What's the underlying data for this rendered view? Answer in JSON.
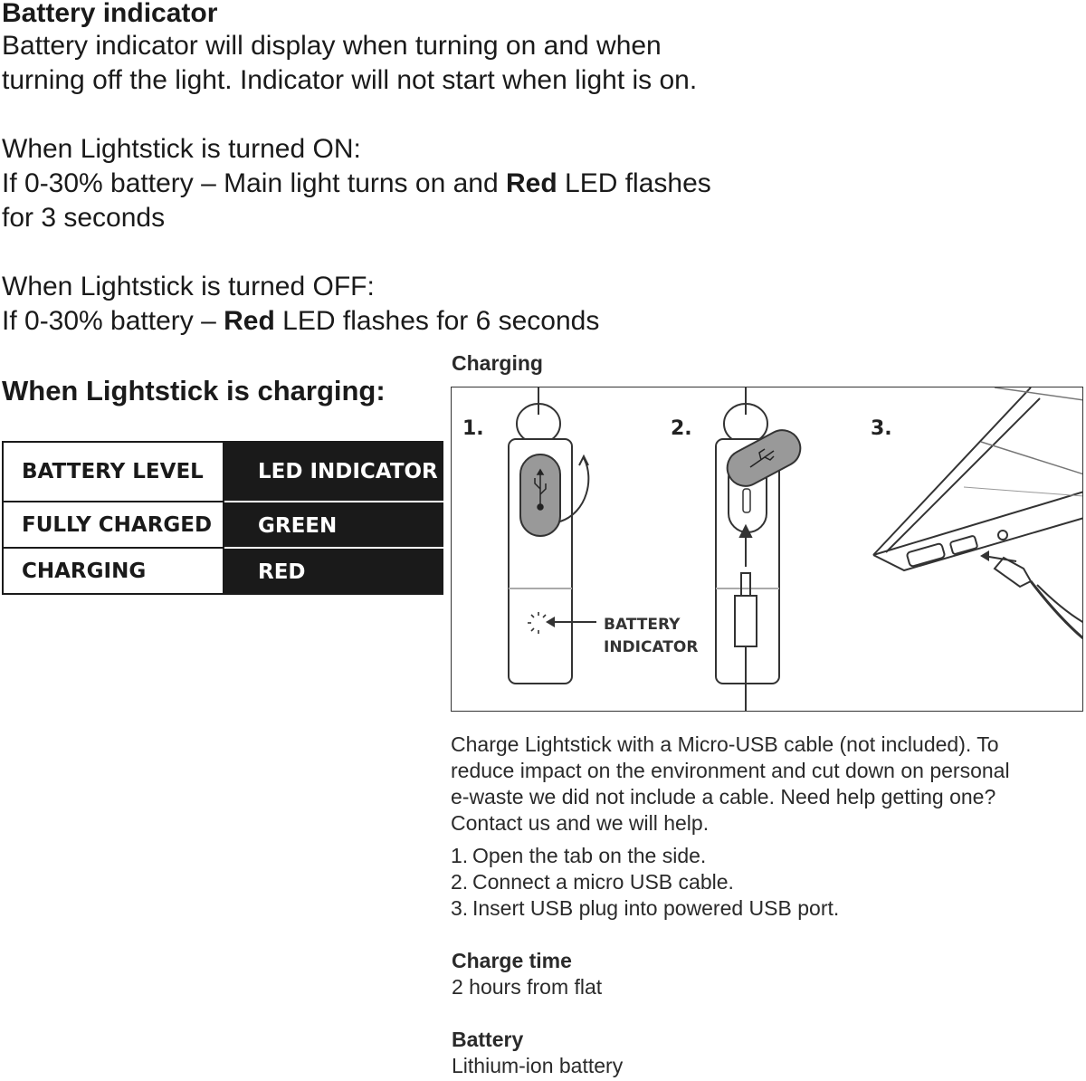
{
  "battery": {
    "heading": "Battery indicator",
    "intro_line1": "Battery indicator will display when turning on and when",
    "intro_line2": "turning off the light. Indicator will not start when light is on.",
    "on_title": "When Lightstick is turned ON:",
    "on_line1_pre": "If 0-30% battery – Main light turns on and ",
    "on_line1_bold": "Red",
    "on_line1_post": " LED flashes",
    "on_line2": "for 3 seconds",
    "off_title": "When Lightstick is turned OFF:",
    "off_line_pre": "If 0-30% battery – ",
    "off_line_bold": "Red",
    "off_line_post": " LED flashes for 6 seconds",
    "charging_heading": "When Lightstick is charging:"
  },
  "table": {
    "header": {
      "left": "BATTERY LEVEL",
      "right": "LED INDICATOR"
    },
    "rows": [
      {
        "left": "FULLY CHARGED",
        "right": "GREEN"
      },
      {
        "left": "CHARGING",
        "right": "RED"
      }
    ]
  },
  "charging": {
    "title": "Charging",
    "step_numbers": [
      "1.",
      "2.",
      "3."
    ],
    "callout_line1": "BATTERY",
    "callout_line2": "INDICATOR",
    "desc_lines": [
      "Charge Lightstick with a Micro-USB cable (not included). To",
      "reduce impact on the environment and cut down on personal",
      "e-waste we did not include a cable. Need help getting one?",
      "Contact us and we will help."
    ],
    "steps": [
      {
        "num": "1.",
        "text": "Open the tab on the side."
      },
      {
        "num": "2.",
        "text": "Connect a micro USB cable."
      },
      {
        "num": "3.",
        "text": "Insert USB plug into powered USB port."
      }
    ],
    "charge_time_title": "Charge time",
    "charge_time_value": "2 hours from flat",
    "battery_title": "Battery",
    "battery_value": "Lithium-ion battery"
  },
  "icons": [
    "usb-icon",
    "arrow-icon",
    "led-flash-icon",
    "laptop-icon",
    "usb-plug-icon"
  ]
}
